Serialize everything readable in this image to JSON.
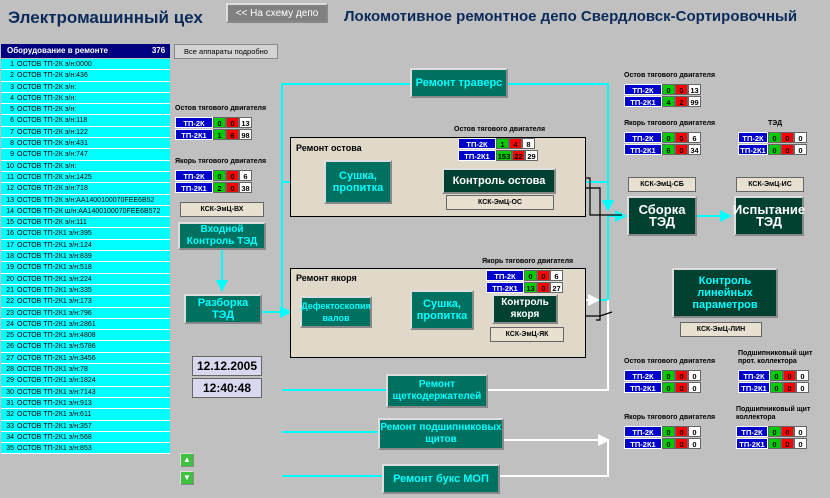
{
  "header": {
    "section_title": "Электромашинный цех",
    "back_button": "<< На схему депо",
    "depot_title": "Локомотивное ремонтное депо Свердловск-Сортировочный"
  },
  "equipment_list": {
    "header_label": "Оборудование в ремонте",
    "count": "376",
    "items": [
      {
        "n": "1",
        "t": "ОСТОВ ТП-2К э/н:0000"
      },
      {
        "n": "2",
        "t": "ОСТОВ ТП-2К э/н:436"
      },
      {
        "n": "3",
        "t": "ОСТОВ ТП-2К э/н:"
      },
      {
        "n": "4",
        "t": "ОСТОВ ТП-2К э/н:"
      },
      {
        "n": "5",
        "t": "ОСТОВ ТП-2К э/н:"
      },
      {
        "n": "6",
        "t": "ОСТОВ ТП-2К э/н:118"
      },
      {
        "n": "7",
        "t": "ОСТОВ ТП-2К э/н:122"
      },
      {
        "n": "8",
        "t": "ОСТОВ ТП-2К э/н:431"
      },
      {
        "n": "9",
        "t": "ОСТОВ ТП-2К э/н:747"
      },
      {
        "n": "10",
        "t": "ОСТОВ ТП-2К э/н:"
      },
      {
        "n": "11",
        "t": "ОСТОВ ТП-2К э/н:1425"
      },
      {
        "n": "12",
        "t": "ОСТОВ ТП-2К э/н:718"
      },
      {
        "n": "13",
        "t": "ОСТОВ ТП-2К э/н:AA1400100070FEE6B52"
      },
      {
        "n": "14",
        "t": "ОСТОВ ТП-2К ш/н:AA1400100070FEE6B572"
      },
      {
        "n": "15",
        "t": "ОСТОВ ТП-2К э/н:111"
      },
      {
        "n": "16",
        "t": "ОСТОВ ТП-2К1 э/н:395"
      },
      {
        "n": "17",
        "t": "ОСТОВ ТП-2К1 э/н:124"
      },
      {
        "n": "18",
        "t": "ОСТОВ ТП-2К1 э/н:839"
      },
      {
        "n": "19",
        "t": "ОСТОВ ТП-2К1 э/н:518"
      },
      {
        "n": "20",
        "t": "ОСТОВ ТП-2К1 э/н:224"
      },
      {
        "n": "21",
        "t": "ОСТОВ ТП-2К1 э/н:335"
      },
      {
        "n": "22",
        "t": "ОСТОВ ТП-2К1 э/н:173"
      },
      {
        "n": "23",
        "t": "ОСТОВ ТП-2К1 э/н:796"
      },
      {
        "n": "24",
        "t": "ОСТОВ ТП-2К1 э/н:2861"
      },
      {
        "n": "25",
        "t": "ОСТОВ ТП-2К1 э/н:4808"
      },
      {
        "n": "26",
        "t": "ОСТОВ ТП-2К1 э/н:5786"
      },
      {
        "n": "27",
        "t": "ОСТОВ ТП-2К1 э/н:3456"
      },
      {
        "n": "28",
        "t": "ОСТОВ ТП-2К1 э/н:78"
      },
      {
        "n": "29",
        "t": "ОСТОВ ТП-2К1 э/н:1824"
      },
      {
        "n": "30",
        "t": "ОСТОВ ТП-2К1 э/н:7143"
      },
      {
        "n": "31",
        "t": "ОСТОВ ТП-2К1 э/н:913"
      },
      {
        "n": "32",
        "t": "ОСТОВ ТП-2К1 э/н:611"
      },
      {
        "n": "33",
        "t": "ОСТОВ ТП-2К1 э/н:357"
      },
      {
        "n": "34",
        "t": "ОСТОВ ТП-2К1 э/н:568"
      },
      {
        "n": "35",
        "t": "ОСТОВ ТП-2К1 э/н:853"
      }
    ]
  },
  "all_devices_button": "Все аппараты подробно",
  "tables": {
    "left_frame": {
      "title": "Остов тягового двигателя",
      "rows": [
        {
          "l": "ТП-2К",
          "a": "0",
          "b": "0",
          "c": "13"
        },
        {
          "l": "ТП-2К1",
          "a": "1",
          "b": "6",
          "c": "98"
        }
      ]
    },
    "left_armature": {
      "title": "Якорь тягового двигателя",
      "rows": [
        {
          "l": "ТП-2К",
          "a": "0",
          "b": "0",
          "c": "6"
        },
        {
          "l": "ТП-2К1",
          "a": "2",
          "b": "0",
          "c": "38"
        }
      ]
    },
    "center_frame": {
      "title": "Остов тягового двигателя",
      "rows": [
        {
          "l": "ТП-2К",
          "a": "1",
          "b": "4",
          "c": "8"
        },
        {
          "l": "ТП-2К1",
          "a": "153",
          "b": "22",
          "c": "29"
        }
      ]
    },
    "center_armature": {
      "title": "Якорь тягового двигателя",
      "rows": [
        {
          "l": "ТП-2К",
          "a": "0",
          "b": "0",
          "c": "6"
        },
        {
          "l": "ТП-2К1",
          "a": "13",
          "b": "0",
          "c": "27"
        }
      ]
    },
    "right_frame_top": {
      "title": "Остов тягового двигателя",
      "rows": [
        {
          "l": "ТП-2К",
          "a": "0",
          "b": "0",
          "c": "13"
        },
        {
          "l": "ТП-2К1",
          "a": "4",
          "b": "2",
          "c": "99"
        }
      ]
    },
    "right_armature_top": {
      "title": "Якорь тягового двигателя",
      "rows": [
        {
          "l": "ТП-2К",
          "a": "0",
          "b": "0",
          "c": "6"
        },
        {
          "l": "ТП-2К1",
          "a": "6",
          "b": "0",
          "c": "34"
        }
      ]
    },
    "right_ted": {
      "title": "ТЭД",
      "rows": [
        {
          "l": "ТП-2К",
          "a": "0",
          "b": "0",
          "c": "0"
        },
        {
          "l": "ТП-2К1",
          "a": "0",
          "b": "0",
          "c": "0"
        }
      ]
    },
    "right_frame_bottom": {
      "title": "Остов тягового двигателя",
      "rows": [
        {
          "l": "ТП-2К",
          "a": "0",
          "b": "0",
          "c": "0"
        },
        {
          "l": "ТП-2К1",
          "a": "0",
          "b": "0",
          "c": "0"
        }
      ]
    },
    "right_shield_top": {
      "title": "Подшипниковый щит прот. коллектора",
      "rows": [
        {
          "l": "ТП-2К",
          "a": "0",
          "b": "0",
          "c": "0"
        },
        {
          "l": "ТП-2К1",
          "a": "0",
          "b": "0",
          "c": "0"
        }
      ]
    },
    "right_armature_bottom": {
      "title": "Якорь тягового двигателя",
      "rows": [
        {
          "l": "ТП-2К",
          "a": "0",
          "b": "0",
          "c": "0"
        },
        {
          "l": "ТП-2К1",
          "a": "0",
          "b": "0",
          "c": "0"
        }
      ]
    },
    "right_shield_bottom": {
      "title": "Подшипниковый щит коллектора",
      "rows": [
        {
          "l": "ТП-2К",
          "a": "0",
          "b": "0",
          "c": "0"
        },
        {
          "l": "ТП-2К1",
          "a": "0",
          "b": "0",
          "c": "0"
        }
      ]
    }
  },
  "blocks": {
    "remont_travers": "Ремонт траверс",
    "sushka1": "Сушка, пропитка",
    "kontrol_ostova": "Контроль остова",
    "sborka": "Сборка ТЭД",
    "ispytanie": "Испытание ТЭД",
    "vhodnoy": "Входной Контроль ТЭД",
    "razborka": "Разборка ТЭД",
    "defekto": "Дефектоскопия валов",
    "sushka2": "Сушка, пропитка",
    "kontrol_yakorya": "Контроль якоря",
    "kontrol_lin": "Контроль линейных параметров",
    "remont_shchetko": "Ремонт щеткодержателей",
    "remont_podsh": "Ремонт подшипниковых щитов",
    "remont_buks": "Ремонт букс МОП"
  },
  "panels": {
    "ostov": "Ремонт остова",
    "yakor": "Ремонт якоря"
  },
  "stations": {
    "vh": "КСК-ЭмЦ-ВХ",
    "os": "КСК-ЭмЦ-ОС",
    "sb": "КСК-ЭмЦ-СБ",
    "is": "КСК-ЭмЦ-ИС",
    "yak": "КСК-ЭмЦ-ЯК",
    "lin": "КСК-ЭмЦ-ЛИН"
  },
  "clock": {
    "date": "12.12.2005",
    "time": "12:40:48"
  },
  "colors": {
    "accent": "#00ffff",
    "block": "#007060",
    "list_header": "#000080"
  }
}
